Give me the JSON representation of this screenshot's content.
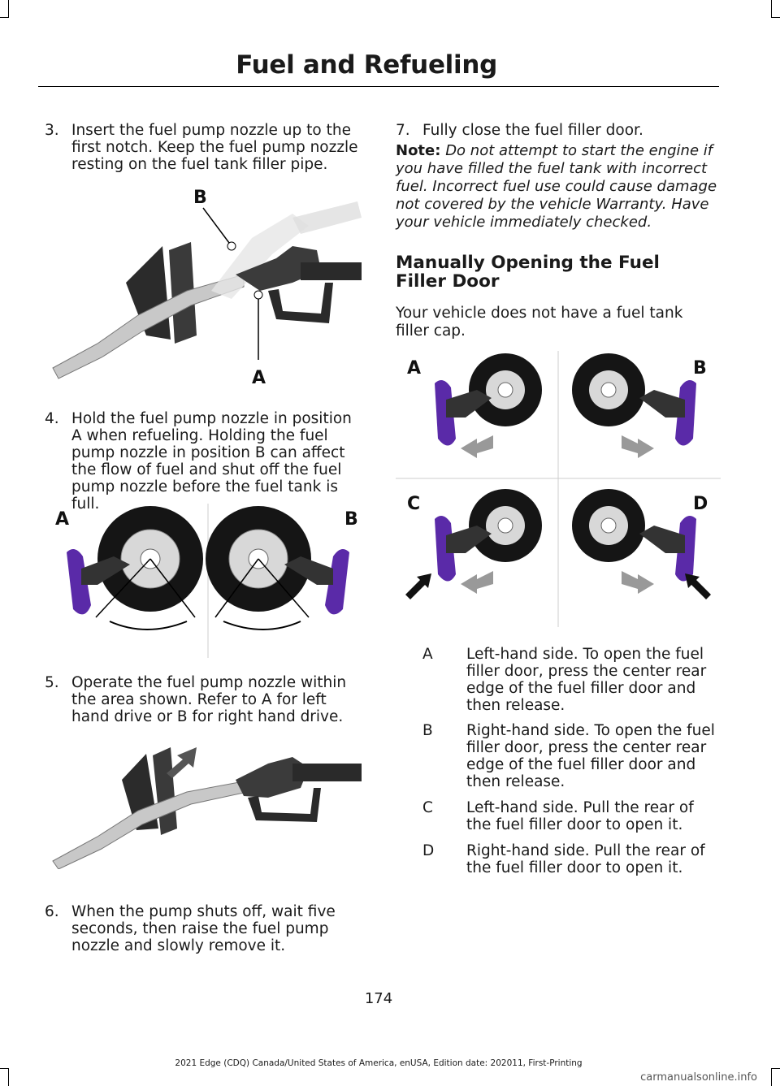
{
  "header": {
    "title": "Fuel and Refueling"
  },
  "steps": [
    {
      "num": "3.",
      "text": "Insert the fuel pump nozzle up to the first notch.  Keep the fuel pump nozzle resting on the fuel tank filler pipe."
    },
    {
      "num": "4.",
      "text": "Hold the fuel pump nozzle in position A when refueling.  Holding the fuel pump nozzle in position B can affect the flow of fuel and shut off the fuel pump nozzle before the fuel tank is full."
    },
    {
      "num": "5.",
      "text": "Operate the fuel pump nozzle within the area shown. Refer to A for left hand drive or B for right hand drive."
    },
    {
      "num": "6.",
      "text": "When the pump shuts off, wait five seconds, then raise the fuel pump nozzle and slowly remove it."
    },
    {
      "num": "7.",
      "text": "Fully close the fuel filler door."
    }
  ],
  "figures": {
    "fig1": {
      "label_a": "A",
      "label_b": "B"
    },
    "fig2": {
      "label_a": "A",
      "label_b": "B"
    },
    "fig4": {
      "label_a": "A",
      "label_b": "B",
      "label_c": "C",
      "label_d": "D"
    }
  },
  "note": {
    "label": "Note:",
    "text": "Do not attempt to start the engine if you have filled the fuel tank with incorrect fuel.  Incorrect fuel use could cause damage not covered by the vehicle Warranty.  Have your vehicle immediately checked."
  },
  "section": {
    "heading": "Manually Opening the Fuel Filler Door",
    "intro": "Your vehicle does not have a fuel tank filler cap."
  },
  "key": [
    {
      "k": "A",
      "v": "Left-hand side. To open the fuel filler door, press the center rear edge of the fuel filler door and then release."
    },
    {
      "k": "B",
      "v": "Right-hand side. To open the fuel filler door, press the center rear edge of the fuel filler door and then release."
    },
    {
      "k": "C",
      "v": "Left-hand side. Pull the rear of the fuel filler door to open it."
    },
    {
      "k": "D",
      "v": "Right-hand side. Pull the rear of the fuel filler door to open it."
    }
  ],
  "page_number": "174",
  "footer": "2021 Edge (CDQ) Canada/United States of America, enUSA, Edition date: 202011, First-Printing",
  "watermark": "carmanualsonline.info",
  "colors": {
    "accent_purple": "#5a2aa8",
    "ink": "#1a1a1a"
  }
}
